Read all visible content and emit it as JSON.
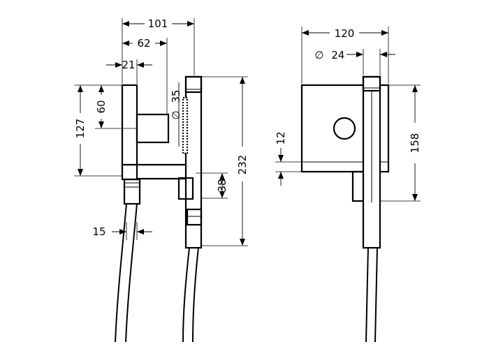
{
  "dimensions": {
    "overall_depth": "101",
    "holder_depth": "62",
    "plate_thickness": "21",
    "plate_height": "127",
    "bracket_height": "60",
    "handle_diameter": "35",
    "handle_length": "232",
    "outlet_height": "38",
    "hose_diameter": "15",
    "plate_width": "120",
    "knob_diameter": "24",
    "plate_gap": "12",
    "side_height": "158"
  },
  "symbols": {
    "diameter": "∅"
  },
  "colors": {
    "line": "#000000",
    "background": "#ffffff"
  }
}
